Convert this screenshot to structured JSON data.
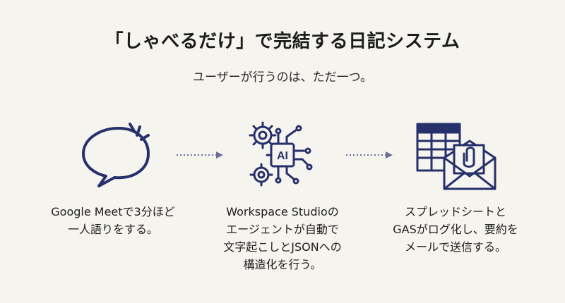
{
  "title": "「しゃべるだけ」で完結する日記システム",
  "subtitle": "ユーザーが行うのは、ただ一つ。",
  "colors": {
    "background": "#f6f4ef",
    "icon": "#26306b",
    "arrow": "#6d6f9a"
  },
  "steps": [
    {
      "icon": "speech-bubble-icon",
      "lines": [
        "Google Meetで3分ほど",
        "一人語りをする。"
      ]
    },
    {
      "icon": "ai-chip-gears-icon",
      "chip_label": "AI",
      "lines": [
        "Workspace Studioの",
        "エージェントが自動で",
        "文字起こしとJSONへの",
        "構造化を行う。"
      ]
    },
    {
      "icon": "spreadsheet-mail-icon",
      "lines": [
        "スプレッドシートと",
        "GASがログ化し、要約を",
        "メールで送信する。"
      ]
    }
  ]
}
